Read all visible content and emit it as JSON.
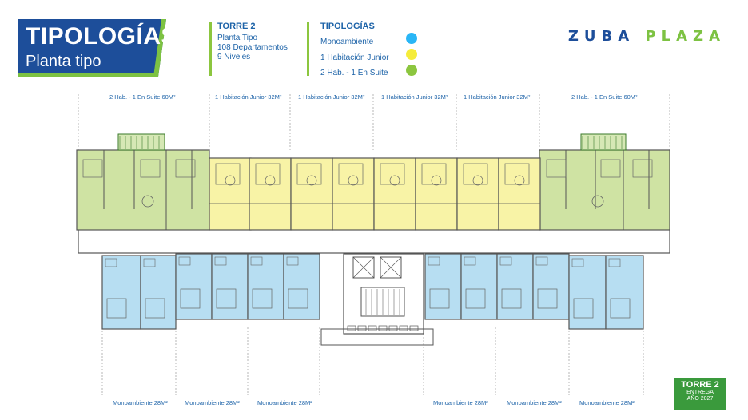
{
  "title": {
    "main": "TIPOLOGÍAS",
    "sub": "Planta tipo"
  },
  "tower_info": {
    "heading": "TORRE 2",
    "lines": [
      "Planta Tipo",
      "108 Departamentos",
      "9 Niveles"
    ]
  },
  "legend": {
    "heading": "TIPOLOGÍAS",
    "items": [
      {
        "label": "Monoambiente",
        "color": "#29b6f6"
      },
      {
        "label": "1 Habitación Junior",
        "color": "#f5ec3a"
      },
      {
        "label": "2 Hab. - 1 En Suite",
        "color": "#8cc63f"
      }
    ]
  },
  "logo": {
    "word1": "ZUBA",
    "word2": "PLAZA"
  },
  "top_labels": [
    "2 Hab. - 1 En Suite 60M²",
    "1 Habitación Junior 32M²",
    "1 Habitación Junior 32M²",
    "1 Habitación Junior 32M²",
    "1 Habitación Junior 32M²",
    "2 Hab. - 1 En Suite 60M²"
  ],
  "bottom_labels": [
    "Monoambiente 28M²",
    "Monoambiente 28M²",
    "Monoambiente 28M²",
    "Monoambiente 28M²",
    "Monoambiente 28M²",
    "Monoambiente 28M²"
  ],
  "badge": {
    "title": "TORRE 2",
    "line1": "ENTREGA",
    "line2": "AÑO 2027"
  },
  "colors": {
    "blue_dark": "#1d4e9a",
    "blue_text": "#1d63a8",
    "green": "#8cc63f",
    "green_badge": "#3a9a3c",
    "unit_blue": "#b7def2",
    "unit_yellow": "#f8f3a6",
    "unit_green": "#cfe3a3"
  }
}
